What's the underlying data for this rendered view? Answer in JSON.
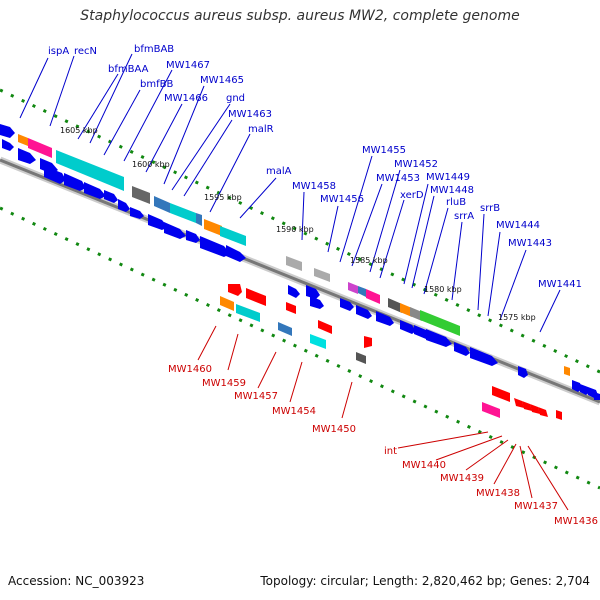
{
  "title": "Staphylococcus aureus subsp. aureus MW2, complete genome",
  "footer": {
    "accession": "Accession: NC_003923",
    "summary": "Topology: circular; Length: 2,820,462 bp; Genes: 2,704"
  },
  "colors": {
    "forward_label": "#0000cc",
    "reverse_label": "#cc0000",
    "backbone": "#888888",
    "tick": "#118811"
  },
  "kbp_ticks": [
    "1605 kbp",
    "1600 kbp",
    "1595 kbp",
    "1590 kbp",
    "1585 kbp",
    "1580 kbp",
    "1575 kbp"
  ],
  "forward_labels": [
    "ispA",
    "recN",
    "bfmBAB",
    "bfmBAA",
    "bmfBB",
    "MW1467",
    "MW1466",
    "MW1465",
    "gnd",
    "MW1463",
    "malR",
    "malA",
    "MW1458",
    "MW1456",
    "MW1455",
    "MW1453",
    "MW1452",
    "xerD",
    "MW1449",
    "MW1448",
    "rluB",
    "srrA",
    "srrB",
    "MW1444",
    "MW1443",
    "MW1441"
  ],
  "reverse_labels": [
    "MW1460",
    "MW1459",
    "MW1457",
    "MW1454",
    "MW1450",
    "int",
    "MW1440",
    "MW1439",
    "MW1438",
    "MW1437",
    "MW1436"
  ]
}
